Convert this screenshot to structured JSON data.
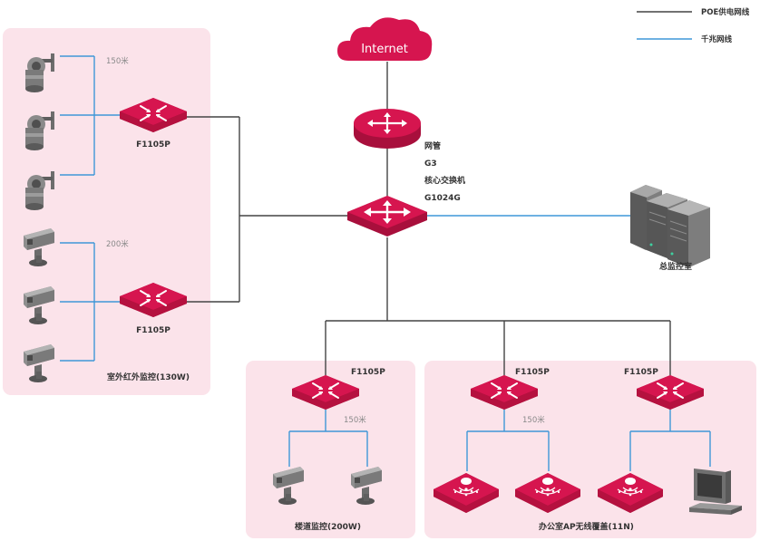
{
  "legend": {
    "poe_label": "POE供电网线",
    "gigabit_label": "千兆网线",
    "poe_color": "#444444",
    "gigabit_color": "#3f97d8"
  },
  "colors": {
    "zone_fill": "#fbe3ea",
    "device_red": "#d6154f"
  },
  "internet_label": "Internet",
  "core": {
    "line1": "网管",
    "line2": "G3",
    "line3": "核心交换机",
    "line4": "G1024G"
  },
  "monitor_room": "总监控室",
  "zones": {
    "outdoor": {
      "title": "室外红外监控(130W)",
      "switch_top": "F1105P",
      "switch_bottom": "F1105P",
      "dist_top": "150米",
      "dist_bottom": "200米"
    },
    "corridor": {
      "title": "楼道监控(200W)",
      "switch": "F1105P",
      "dist": "150米"
    },
    "office": {
      "title": "办公室AP无线覆盖(11N)",
      "switch_left": "F1105P",
      "switch_right": "F1105P",
      "dist": "150米"
    }
  }
}
